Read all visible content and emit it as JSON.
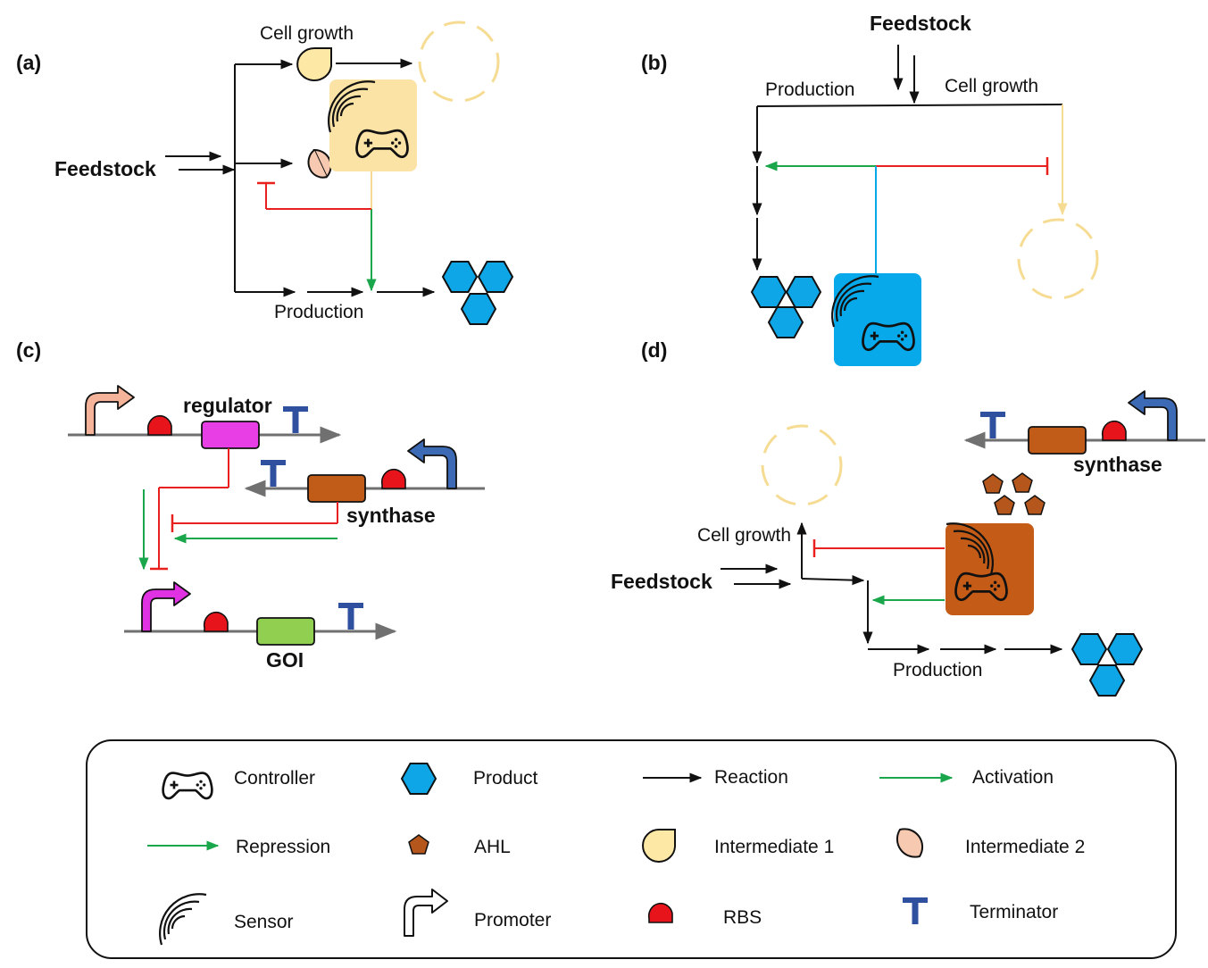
{
  "colors": {
    "black": "#111111",
    "green": "#1aa64a",
    "red": "#e8201e",
    "blue": "#00a6ea",
    "yellow_line": "#f6dc93",
    "controller_yellow": "#fbe3a6",
    "controller_blue": "#08a9ea",
    "controller_brown": "#c45b17",
    "hexagon": "#0ea6e6",
    "ahl": "#b5561c",
    "intermediate1": "#fde8a6",
    "intermediate2": "#f6c9b0",
    "rbs": "#e8141b",
    "terminator": "#2f4f9f",
    "promoter_a": "#f5b49a",
    "promoter_b": "#3d6ab5",
    "promoter_c": "#e032e2",
    "regulator_box": "#e73fe5",
    "synthase_box": "#c15c18",
    "goi_box": "#91cf50",
    "dna_line": "#707070"
  },
  "panels": {
    "a": {
      "label": "(a)",
      "cell_growth": "Cell growth",
      "feedstock": "Feedstock",
      "production": "Production",
      "icons": [
        "intermediate-1-icon",
        "intermediate-2-icon",
        "controller-icon",
        "sensor-icon",
        "cell-icon",
        "product-icon"
      ]
    },
    "b": {
      "label": "(b)",
      "feedstock": "Feedstock",
      "production": "Production",
      "cell_growth": "Cell growth",
      "icons": [
        "controller-icon",
        "sensor-icon",
        "cell-icon",
        "product-icon"
      ]
    },
    "c": {
      "label": "(c)",
      "regulator": "regulator",
      "synthase": "synthase",
      "goi": "GOI",
      "icons": [
        "promoter-icon",
        "rbs-icon",
        "terminator-icon"
      ]
    },
    "d": {
      "label": "(d)",
      "synthase": "synthase",
      "cell_growth": "Cell growth",
      "feedstock": "Feedstock",
      "production": "Production",
      "icons": [
        "ahl-icon",
        "controller-icon",
        "sensor-icon",
        "cell-icon",
        "product-icon"
      ]
    }
  },
  "legend": {
    "items": [
      {
        "icon": "controller-icon",
        "label": "Controller"
      },
      {
        "icon": "hexagon-icon",
        "label": "Product"
      },
      {
        "icon": "black-arrow-icon",
        "label": "Reaction"
      },
      {
        "icon": "green-arrow-icon",
        "label": "Activation"
      },
      {
        "icon": "green-arrow-icon",
        "label": "Repression"
      },
      {
        "icon": "pentagon-icon",
        "label": "AHL"
      },
      {
        "icon": "intermediate-1-icon",
        "label": "Intermediate 1"
      },
      {
        "icon": "intermediate-2-icon",
        "label": "Intermediate 2"
      },
      {
        "icon": "sensor-icon",
        "label": "Sensor"
      },
      {
        "icon": "promoter-icon",
        "label": "Promoter"
      },
      {
        "icon": "rbs-icon",
        "label": "RBS"
      },
      {
        "icon": "terminator-icon",
        "label": "Terminator"
      }
    ]
  }
}
